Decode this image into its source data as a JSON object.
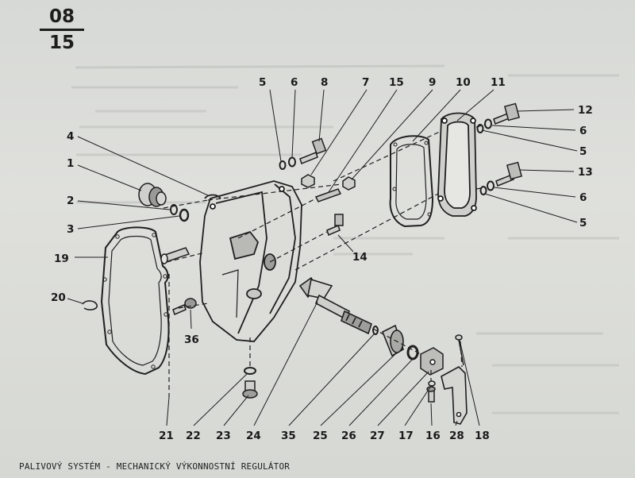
{
  "page": {
    "number_top": "08",
    "number_bottom": "15"
  },
  "footer": {
    "caption": "PALIVOVÝ SYSTÉM - MECHANICKÝ VÝKONNOSTNÍ REGULÁTOR"
  },
  "callouts": {
    "c1": "1",
    "c2": "2",
    "c3": "3",
    "c4": "4",
    "c5a": "5",
    "c5b": "5",
    "c5c": "5",
    "c6a": "6",
    "c6b": "6",
    "c6c": "6",
    "c7": "7",
    "c8": "8",
    "c9": "9",
    "c10": "10",
    "c11": "11",
    "c12": "12",
    "c13": "13",
    "c14": "14",
    "c15": "15",
    "c16": "16",
    "c17": "17",
    "c18": "18",
    "c19": "19",
    "c20": "20",
    "c21": "21",
    "c22": "22",
    "c23": "23",
    "c24": "24",
    "c25": "25",
    "c26": "26",
    "c27": "27",
    "c28": "28",
    "c35": "35",
    "c36": "36"
  }
}
